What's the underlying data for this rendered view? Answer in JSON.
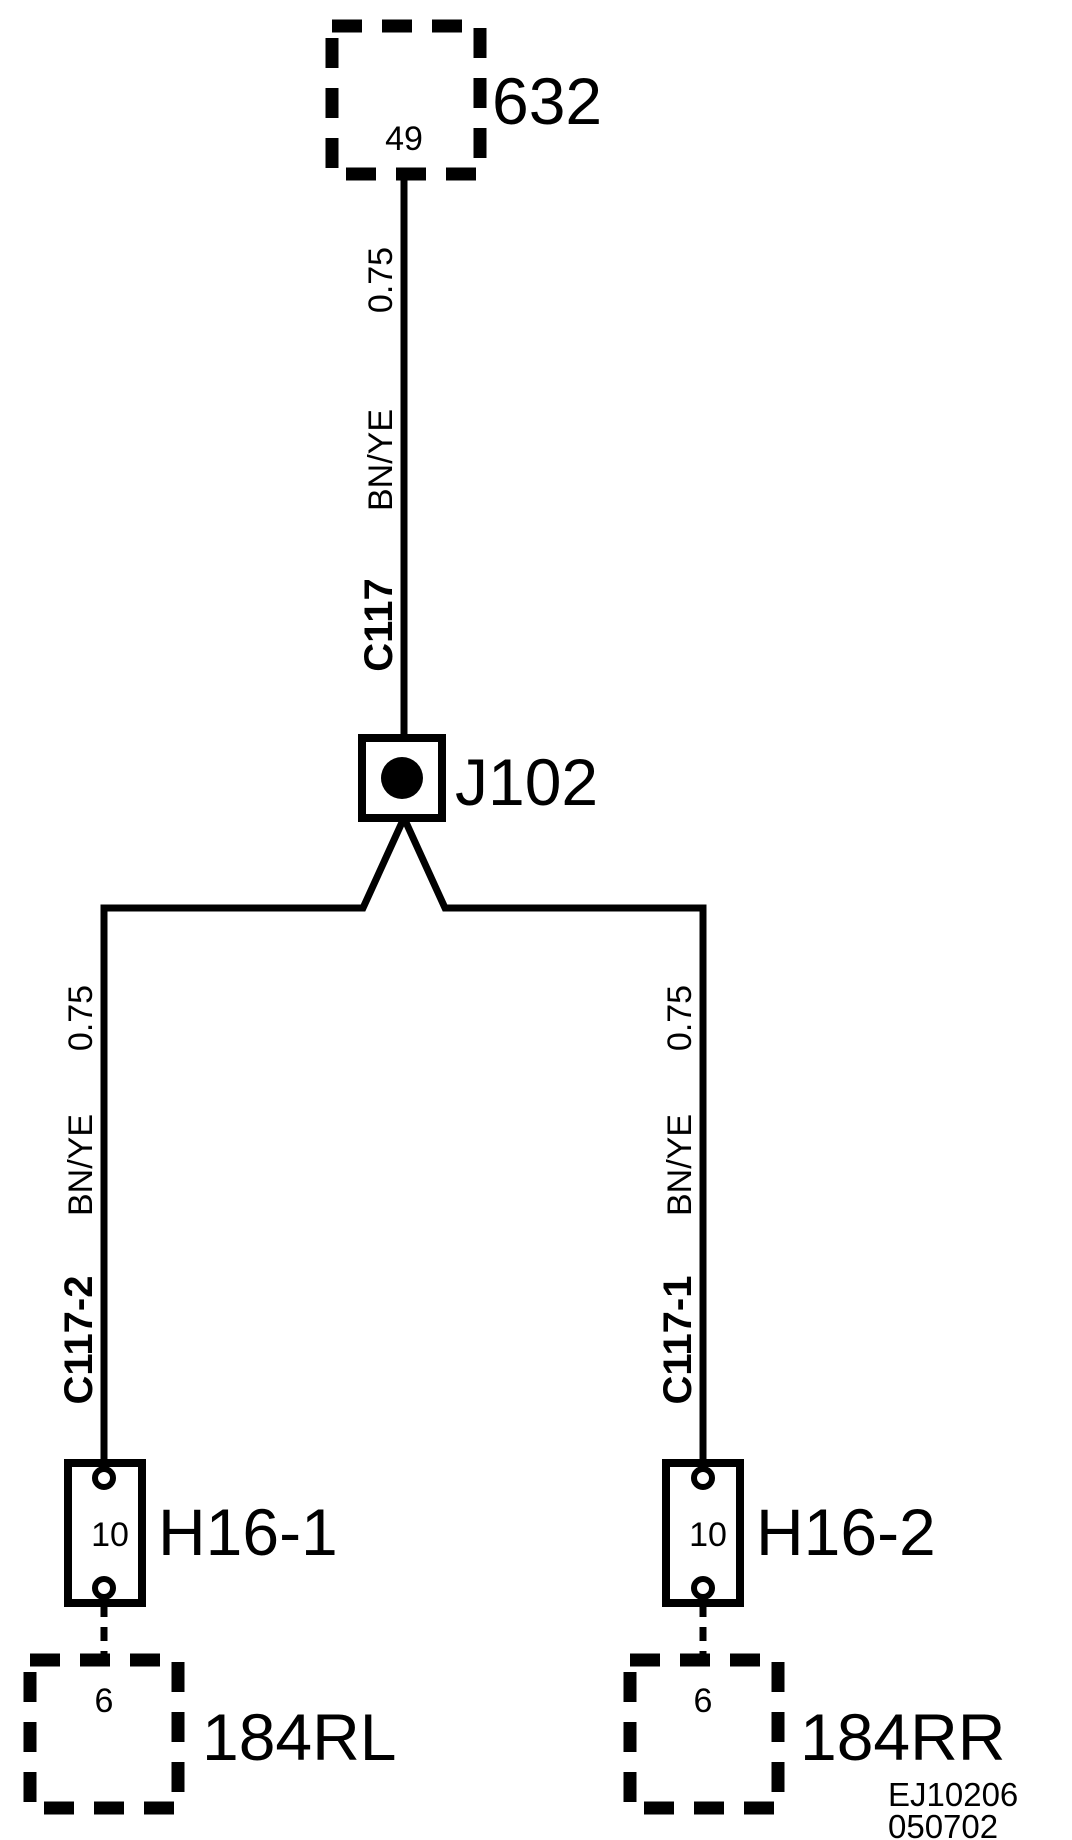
{
  "top_component": {
    "id": "632",
    "pin": "49"
  },
  "top_wire": {
    "circuit": "C117",
    "color": "BN/YE",
    "gauge": "0.75"
  },
  "splice": {
    "id": "J102"
  },
  "left_wire": {
    "circuit": "C117-2",
    "color": "BN/YE",
    "gauge": "0.75"
  },
  "right_wire": {
    "circuit": "C117-1",
    "color": "BN/YE",
    "gauge": "0.75"
  },
  "left_connector": {
    "id": "H16-1",
    "pin": "10"
  },
  "right_connector": {
    "id": "H16-2",
    "pin": "10"
  },
  "left_component": {
    "id": "184RL",
    "pin": "6"
  },
  "right_component": {
    "id": "184RR",
    "pin": "6"
  },
  "diagram_code": {
    "line1": "EJ10206",
    "line2": "050702"
  }
}
